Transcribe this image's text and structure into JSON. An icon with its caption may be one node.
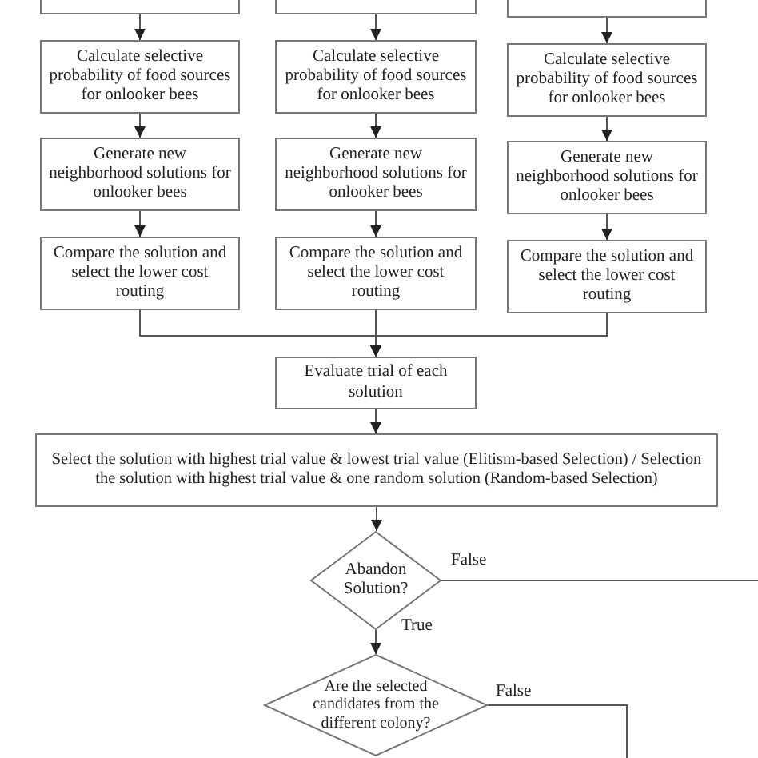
{
  "diagram": {
    "nodes": [
      {
        "text": [],
        "shape": "box"
      },
      {
        "text": [],
        "shape": "box"
      },
      {
        "text": [],
        "shape": "box"
      },
      {
        "text": [
          "Calculate selective probability of food sources for onlooker bees"
        ]
      },
      {
        "text": [
          "Calculate selective probability of food sources for onlooker bees"
        ]
      },
      {
        "text": [
          "Calculate selective probability of food sources for onlooker bees"
        ]
      },
      {
        "text": [
          "Generate new neighborhood solutions for onlooker bees"
        ]
      },
      {
        "text": [
          "Generate new neighborhood solutions for onlooker bees"
        ]
      },
      {
        "text": [
          "Generate new neighborhood solutions for onlooker bees"
        ]
      },
      {
        "text": [
          "Compare the solution and select the lower cost routing"
        ]
      },
      {
        "text": [
          "Compare the solution and select the lower cost routing"
        ]
      },
      {
        "text": [
          "Compare the solution and select the lower cost routing"
        ]
      },
      {
        "text": [
          "Evaluate trial of each solution"
        ]
      },
      {
        "text": [
          "Select the solution with highest trial value & lowest trial value (Elitism-based Selection) / Selection the solution with highest trial value & one random solution (Random-based Selection)"
        ]
      },
      {
        "text": [
          "Abandon Solution?"
        ]
      },
      {
        "text": [
          "Are the selected candidates from the different colony?"
        ]
      }
    ],
    "edges": [
      {
        "from": 0,
        "to": 3,
        "arrow": "to"
      },
      {
        "from": 1,
        "to": 4,
        "arrow": "to"
      },
      {
        "from": 2,
        "to": 5,
        "arrow": "to"
      },
      {
        "from": 3,
        "to": 6,
        "arrow": "to"
      },
      {
        "from": 4,
        "to": 7,
        "arrow": "to"
      },
      {
        "from": 5,
        "to": 8,
        "arrow": "to"
      },
      {
        "from": 6,
        "to": 9,
        "arrow": "to"
      },
      {
        "from": 7,
        "to": 10,
        "arrow": "to"
      },
      {
        "from": 8,
        "to": 11,
        "arrow": "to"
      },
      {
        "from": 9,
        "to": 12,
        "arrow": "to"
      },
      {
        "from": 10,
        "to": 12,
        "arrow": "to"
      },
      {
        "from": 11,
        "to": 12,
        "arrow": "to"
      },
      {
        "from": 12,
        "to": 13,
        "arrow": "to"
      },
      {
        "from": 13,
        "to": 14,
        "arrow": "to"
      },
      {
        "from": 14,
        "to": null,
        "label": "False",
        "arrow": "none"
      },
      {
        "from": 14,
        "to": 15,
        "label": "True",
        "arrow": "to"
      },
      {
        "from": 15,
        "to": null,
        "label": "False",
        "arrow": "none"
      }
    ]
  }
}
